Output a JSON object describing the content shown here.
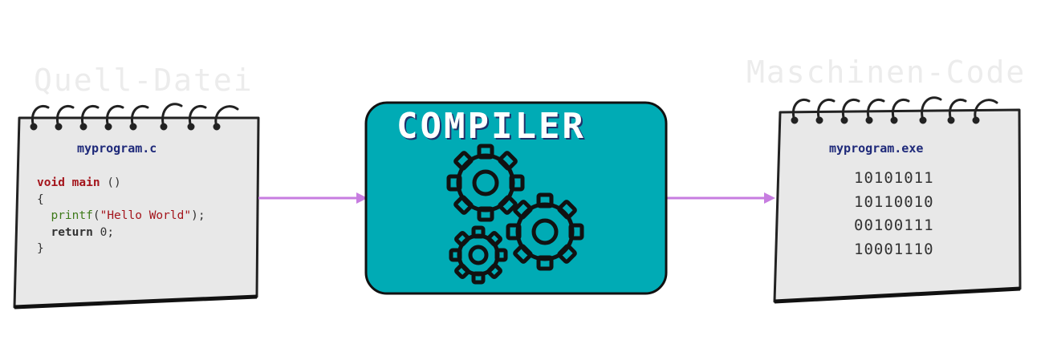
{
  "source": {
    "heading": "Quell-Datei",
    "filename": "myprogram.c",
    "code": {
      "void": "void",
      "main": "main",
      "parens": " ()",
      "open_brace": "{",
      "printf": "printf",
      "paren_open": "(",
      "string": "\"Hello World\"",
      "paren_close": ");",
      "return": "return",
      "return_value": " 0;",
      "close_brace": "}"
    }
  },
  "compiler": {
    "label": "COMPILER",
    "fill_color": "#00abb5",
    "icon": "gears-icon"
  },
  "output": {
    "heading": "Maschinen-Code",
    "filename": "myprogram.exe",
    "binary_lines": [
      "10101011",
      "10110010",
      "00100111",
      "10001110"
    ]
  },
  "arrow_color": "#c77de0"
}
